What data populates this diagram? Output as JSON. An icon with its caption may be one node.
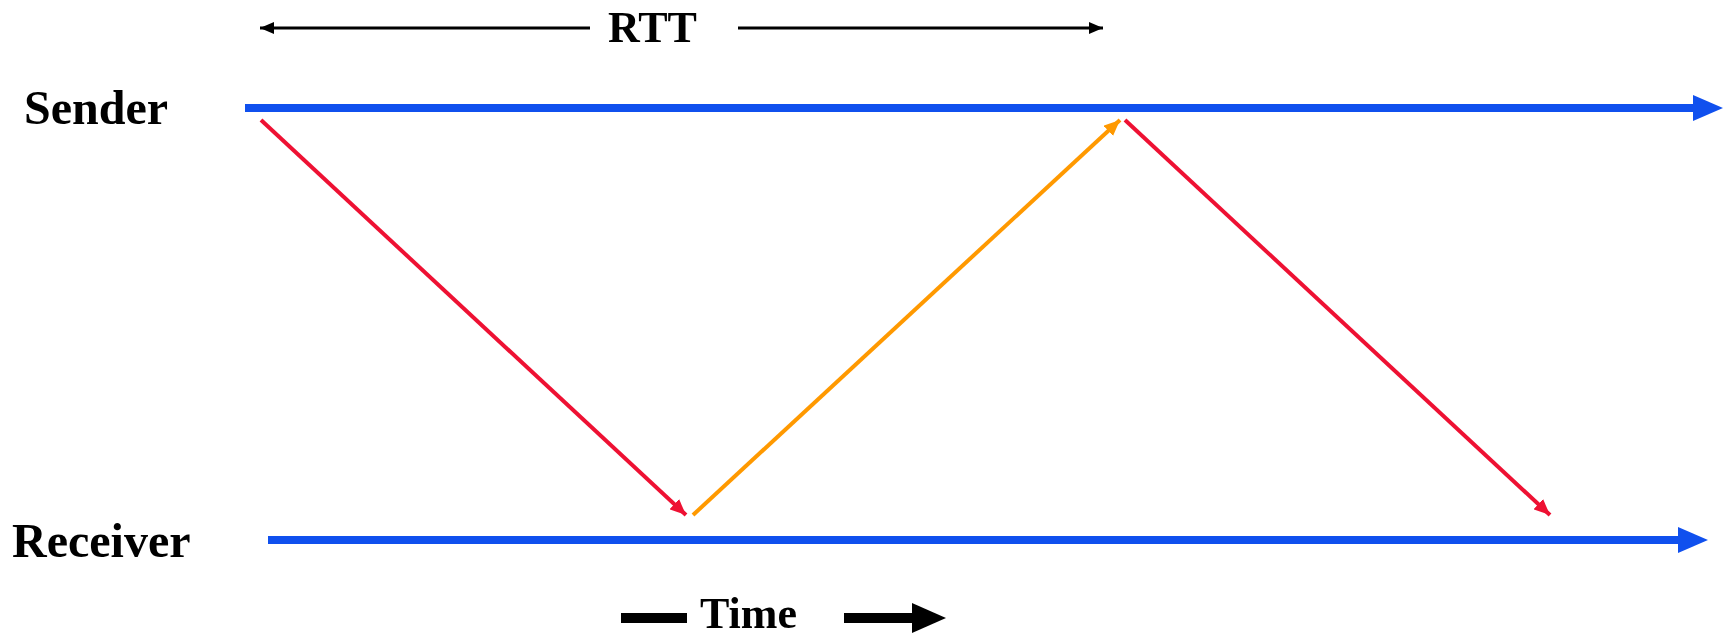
{
  "diagram": {
    "nodes": [
      {
        "text": [
          "Sender"
        ]
      },
      {
        "text": [
          "Receiver"
        ]
      }
    ],
    "edges": [
      {
        "from": 0,
        "to": 1,
        "arrow": "to"
      },
      {
        "from": 1,
        "to": 0,
        "arrow": "to",
        "color": "#ff9900"
      },
      {
        "from": 0,
        "to": 1,
        "arrow": "to"
      }
    ],
    "labels": [
      "RTT",
      "Time"
    ]
  }
}
